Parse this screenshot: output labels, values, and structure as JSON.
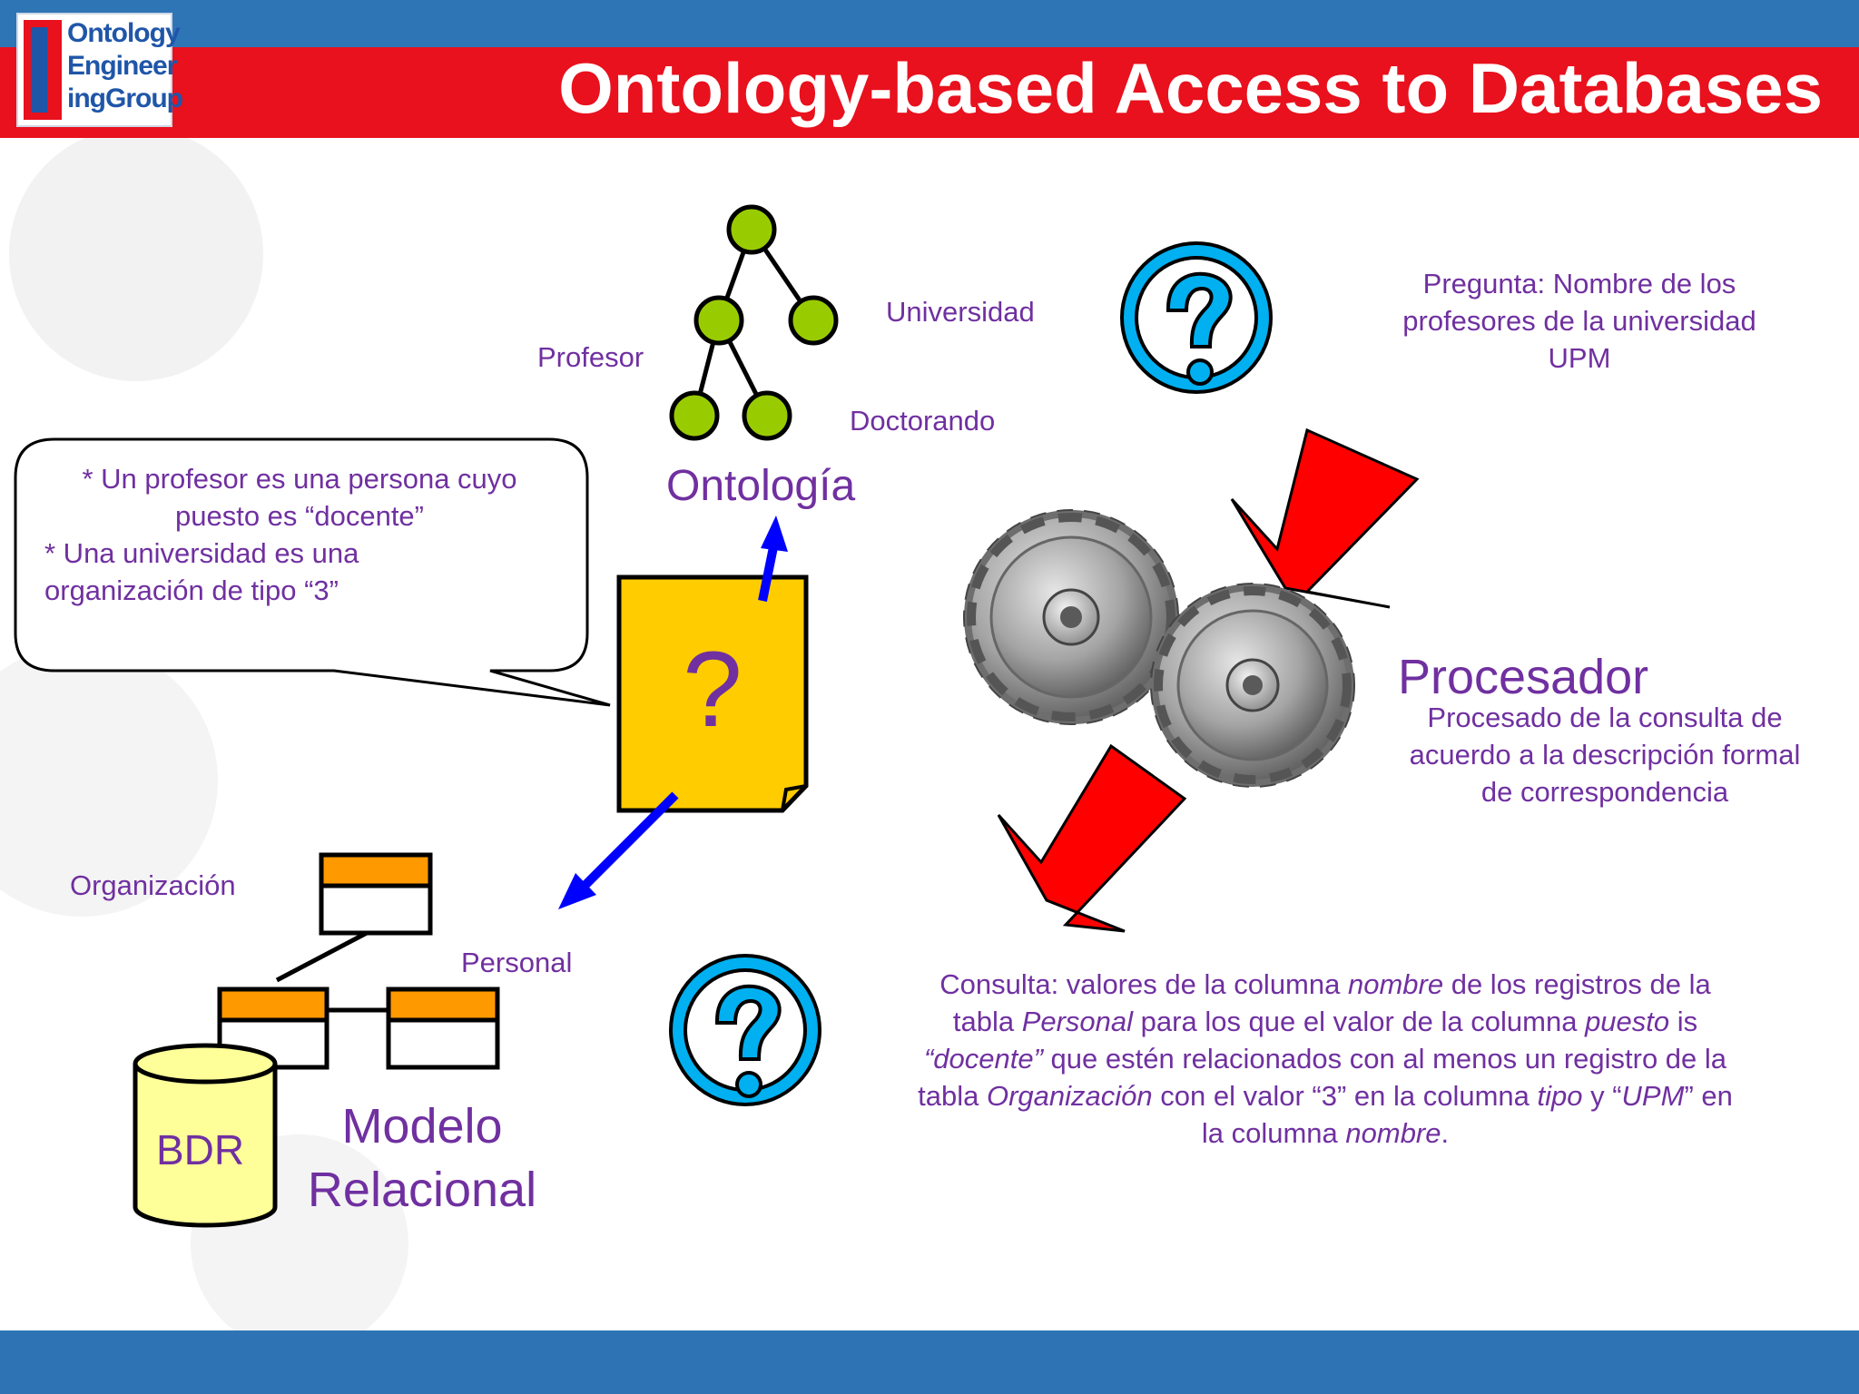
{
  "header": {
    "title": "Ontology-based Access to Databases",
    "logo": {
      "lines": [
        "Ontology",
        "Engineer",
        "ingGroup"
      ],
      "colors": {
        "blue": "#1f56a8",
        "red": "#e8111d"
      }
    }
  },
  "colors": {
    "top_bar": "#2e75b6",
    "header_red": "#e8111d",
    "footer_blue": "#2e74b5",
    "text_purple": "#7030a0",
    "node_green": "#99cc00",
    "note_yellow": "#ffcc00",
    "table_orange": "#ff9900",
    "db_yellow": "#ffff99",
    "arrow_red": "#ff0000",
    "arrow_blue": "#0000ff",
    "question_cyan": "#00b0f0"
  },
  "ontology": {
    "label": "Ontología",
    "nodes": {
      "profesor": "Profesor",
      "universidad": "Universidad",
      "doctorando": "Doctorando"
    }
  },
  "callout": {
    "line1": "* Un profesor es una persona cuyo",
    "line2": "puesto es “docente”",
    "line3": "* Una universidad es una",
    "line4": "organización de tipo “3”"
  },
  "mapping_doc": {
    "symbol": "?"
  },
  "relational": {
    "table1": "Organización",
    "table2": "Personal",
    "db_label": "BDR",
    "model_line1": "Modelo",
    "model_line2": "Relacional"
  },
  "question": {
    "line1": "Pregunta: Nombre de los",
    "line2": "profesores de la universidad",
    "line3": "UPM"
  },
  "processor": {
    "title": "Procesador",
    "line1": "Procesado de la consulta de",
    "line2": "acuerdo a la descripción formal",
    "line3": "de correspondencia"
  },
  "query": {
    "l1a": "Consulta: valores de la columna ",
    "l1b": "nombre",
    "l1c": " de los registros de la",
    "l2a": "tabla ",
    "l2b": "Personal",
    "l2c": " para los que el valor de la columna ",
    "l2d": "puesto",
    "l2e": " is",
    "l3a": "“docente”",
    "l3b": " que estén relacionados con al menos un registro de la",
    "l4a": "tabla ",
    "l4b": "Organización",
    "l4c": " con el valor “3” en la columna ",
    "l4d": "tipo",
    "l4e": " y “",
    "l4f": "UPM",
    "l4g": "” en",
    "l5a": "la columna ",
    "l5b": "nombre",
    "l5c": "."
  }
}
